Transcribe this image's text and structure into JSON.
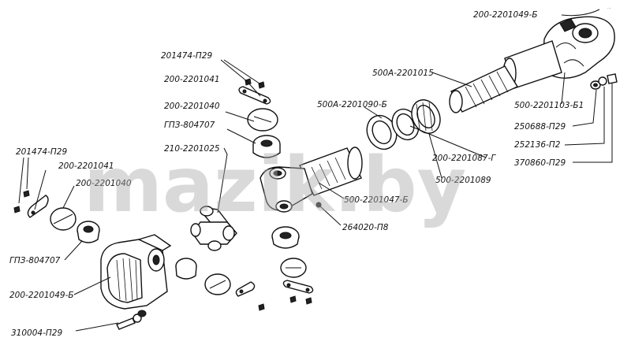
{
  "watermark": "mazik.by",
  "corner_note": "...",
  "labels": {
    "yoke_top_right": "200-2201049-Б",
    "shaft_spline": "500А-2201015",
    "yoke_seal": "500-2201103-Б1",
    "washer_top": "250688-П29",
    "washer_mid": "252136-П2",
    "bolt_right": "370860-П29",
    "screw_top": "201474-П29",
    "cover_plate_top": "200-2201041",
    "cap_top": "200-2201040",
    "plug_top": "ГПЗ-804707",
    "cross_top": "210-2201025",
    "ring_front": "500А-2201090-Б",
    "ring_mid": "200-2201087-Г",
    "bearing_right": "500-2201089",
    "sleeve_yoke": "500-2201047-Б",
    "grease_fitting": "264020-П8",
    "screw_left": "201474-П29",
    "cover_plate_left": "200-2201041",
    "cap_left": "200-2201040",
    "plug_left": "ГПЗ-804707",
    "flange_yoke_left": "200-2201049-Б",
    "bolt_left": "310004-П29"
  }
}
